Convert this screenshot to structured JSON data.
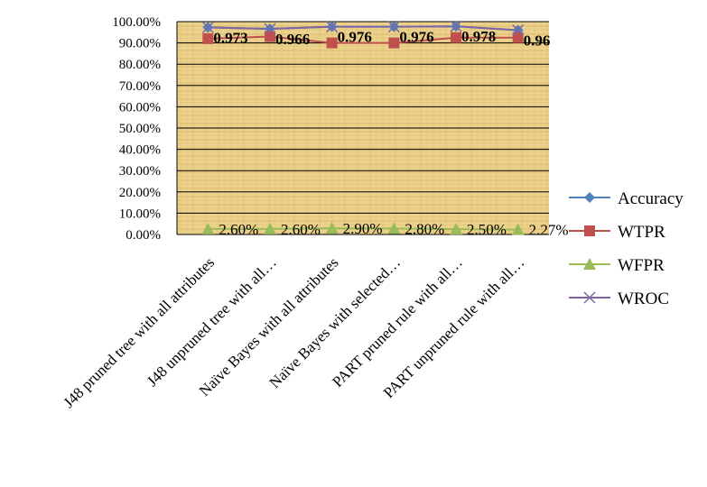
{
  "chart_data": {
    "type": "line",
    "categories": [
      "J48 pruned tree with all attributes",
      "J48 unpruned tree  with all…",
      "Naïve Bayes with all attributes",
      "Naïve Bayes with selected…",
      "PART  pruned rule with all…",
      "PART  unpruned rule with all…"
    ],
    "yticks": [
      "0.00%",
      "10.00%",
      "20.00%",
      "30.00%",
      "40.00%",
      "50.00%",
      "60.00%",
      "70.00%",
      "80.00%",
      "90.00%",
      "100.00%"
    ],
    "ylim": [
      0,
      1
    ],
    "grid": true,
    "legend_position": "right",
    "series": [
      {
        "name": "Accuracy",
        "color": "#4f81bd",
        "marker": "diamond",
        "values": [
          0.973,
          0.966,
          0.976,
          0.976,
          0.978,
          0.96
        ]
      },
      {
        "name": "WTPR",
        "color": "#c0504d",
        "marker": "square",
        "values": [
          0.92,
          0.93,
          0.9,
          0.9,
          0.925,
          0.925
        ]
      },
      {
        "name": "WFPR",
        "color": "#9bbb59",
        "marker": "triangle",
        "values": [
          0.026,
          0.026,
          0.029,
          0.028,
          0.025,
          0.0227
        ]
      },
      {
        "name": "WROC",
        "color": "#8064a2",
        "marker": "x",
        "values": [
          0.973,
          0.966,
          0.976,
          0.976,
          0.978,
          0.96
        ]
      }
    ],
    "value_labels": {
      "top": [
        "0.973",
        "0.966",
        "0.976",
        "0.976",
        "0.978",
        "0.96"
      ],
      "bottom": [
        "2.60%",
        "2.60%",
        "2.90%",
        "2.80%",
        "2.50%",
        "2.27%"
      ]
    }
  }
}
